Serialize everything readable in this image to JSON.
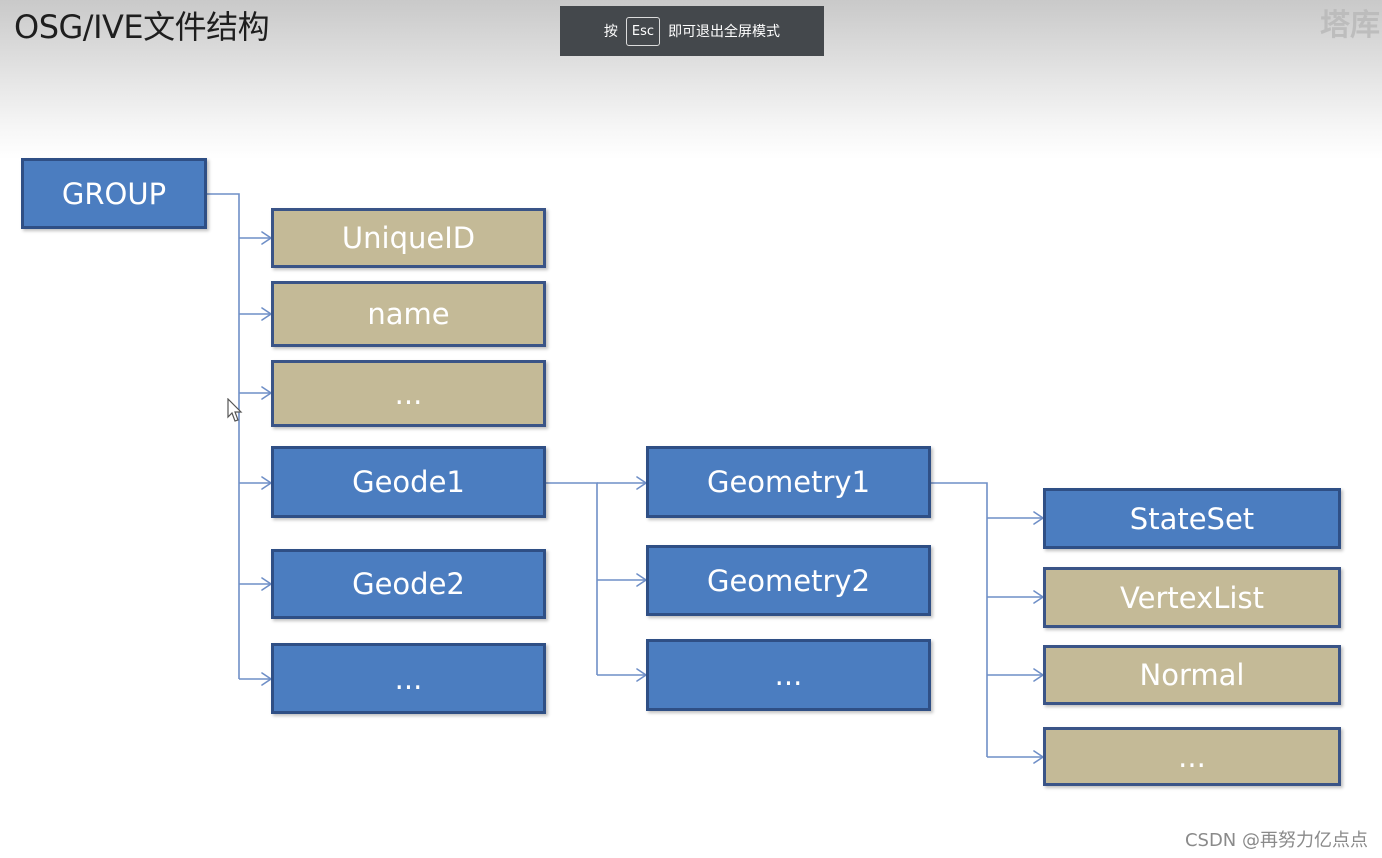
{
  "title": "OSG/IVE文件结构",
  "watermark_corner": "塔库",
  "fullscreen_notice": {
    "prefix": "按",
    "key": "Esc",
    "suffix": "即可退出全屏模式"
  },
  "credit": "CSDN @再努力亿点点",
  "colors": {
    "structure_node": "#4b7dc0",
    "property_node": "#c4ba97",
    "connector": "#6f8fc7"
  },
  "nodes": {
    "group": "GROUP",
    "unique_id": "UniqueID",
    "name": "name",
    "group_more_props": "...",
    "geode1": "Geode1",
    "geode2": "Geode2",
    "group_more_children": "...",
    "geometry1": "Geometry1",
    "geometry2": "Geometry2",
    "geode_more": "...",
    "stateset": "StateSet",
    "vertexlist": "VertexList",
    "normal": "Normal",
    "geometry_more": "..."
  }
}
